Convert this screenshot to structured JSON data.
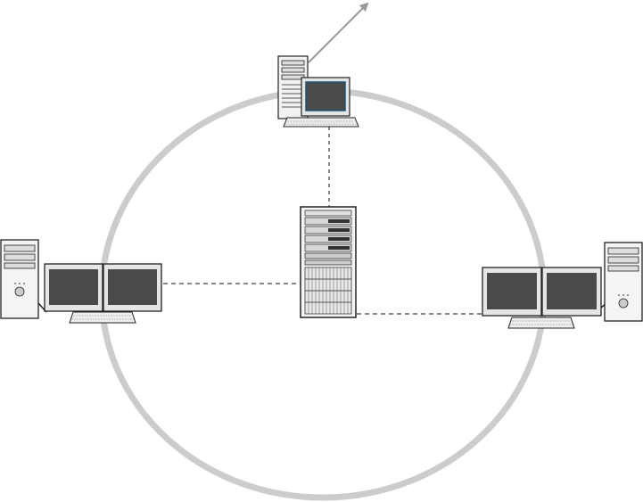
{
  "diagram": {
    "type": "network-topology",
    "nodes": [
      {
        "id": "server-rack",
        "kind": "rack-server"
      },
      {
        "id": "top-workstation",
        "kind": "desktop-workstation",
        "link": "outbound-arrow"
      },
      {
        "id": "left-workstation",
        "kind": "dual-monitor-workstation"
      },
      {
        "id": "right-workstation",
        "kind": "dual-monitor-workstation"
      }
    ],
    "edges": [
      {
        "from": "top-workstation",
        "to": "server-rack",
        "style": "dashed"
      },
      {
        "from": "left-workstation",
        "to": "server-rack",
        "style": "dashed",
        "arrow": true
      },
      {
        "from": "right-workstation",
        "to": "server-rack",
        "style": "dashed",
        "arrow": true
      }
    ],
    "ring": {
      "shape": "ellipse",
      "color": "#cccccc"
    },
    "colors": {
      "line": "#999999",
      "stroke": "#222222",
      "screen": "#4a4a4a",
      "monitor": "#e6e6e6",
      "accent": "#1a5276"
    }
  }
}
